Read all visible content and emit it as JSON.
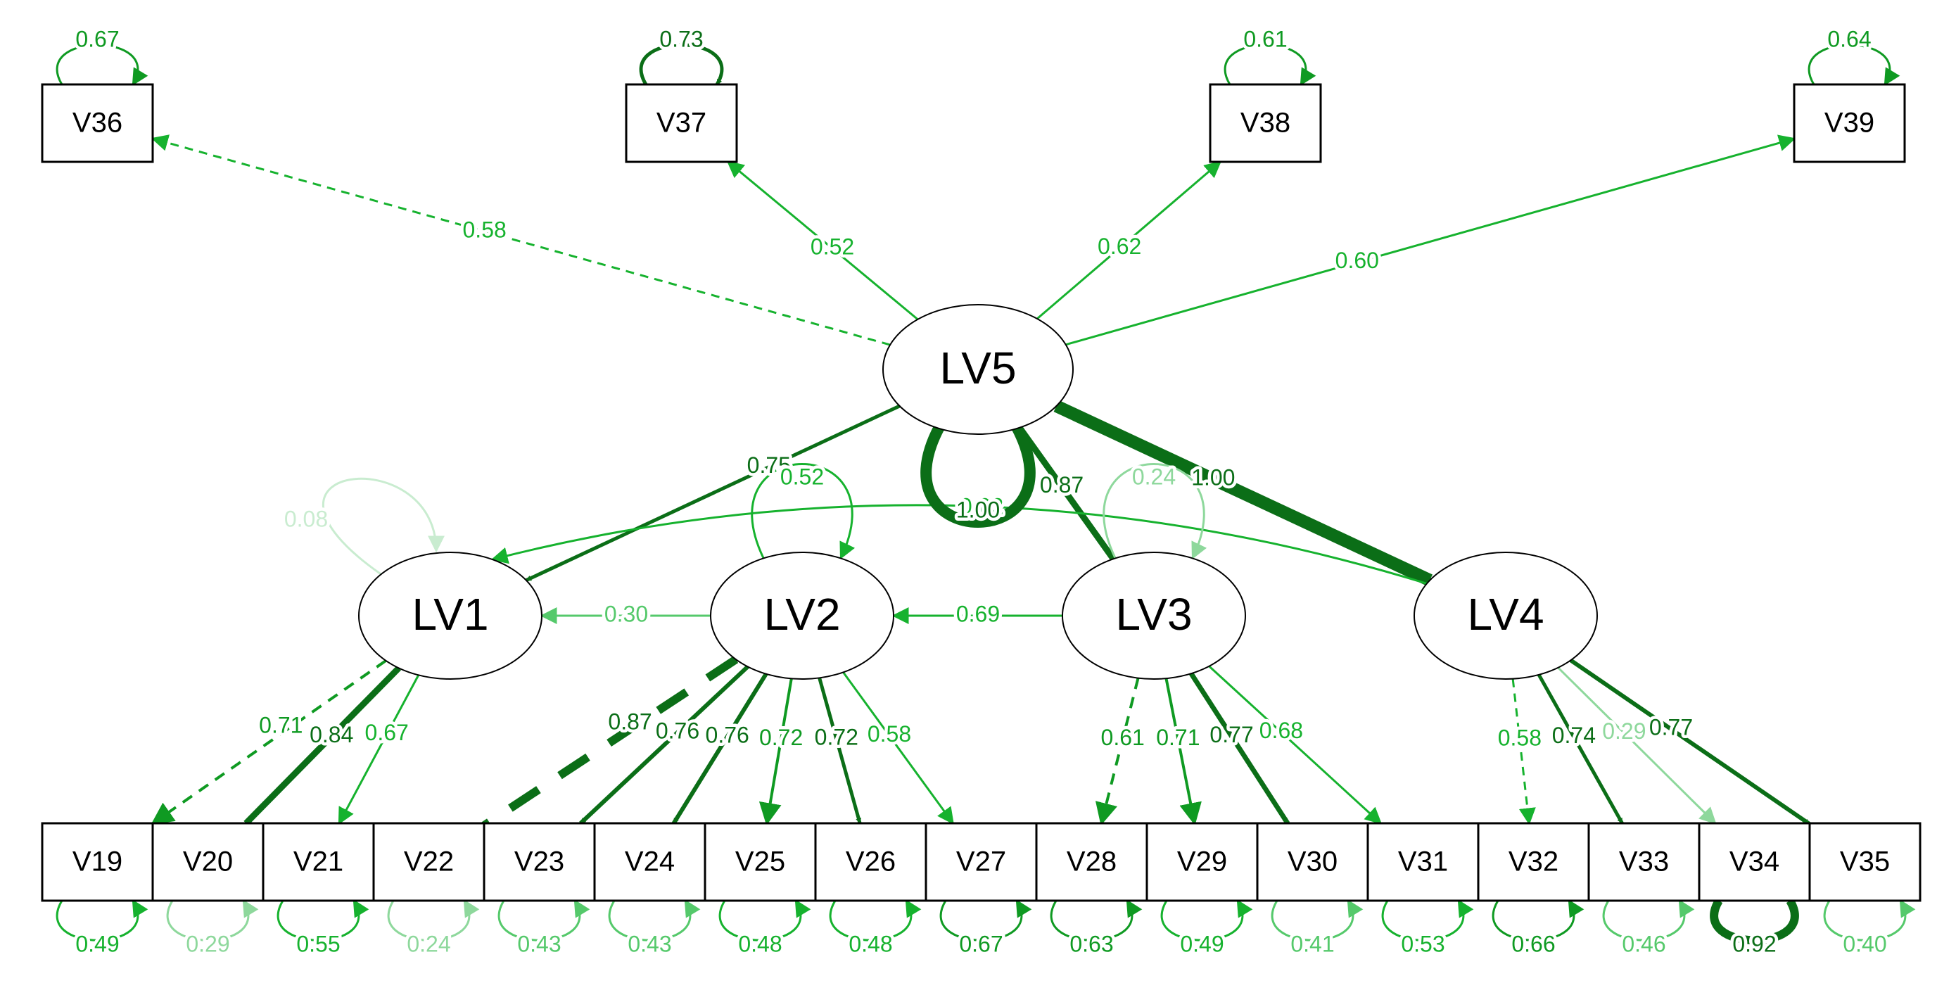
{
  "colors": {
    "dark": "#0b6e17",
    "mid": "#0f9a22",
    "bright": "#16b22e",
    "light": "#55c96b",
    "pale": "#8ed89c",
    "faint": "#c9ecd0"
  },
  "latents": [
    {
      "id": "LV1",
      "label": "LV1"
    },
    {
      "id": "LV2",
      "label": "LV2"
    },
    {
      "id": "LV3",
      "label": "LV3"
    },
    {
      "id": "LV4",
      "label": "LV4"
    },
    {
      "id": "LV5",
      "label": "LV5"
    }
  ],
  "observed": [
    {
      "id": "V19",
      "label": "V19",
      "residual": "0.49",
      "tone": "bright"
    },
    {
      "id": "V20",
      "label": "V20",
      "residual": "0.29",
      "tone": "pale"
    },
    {
      "id": "V21",
      "label": "V21",
      "residual": "0.55",
      "tone": "bright"
    },
    {
      "id": "V22",
      "label": "V22",
      "residual": "0.24",
      "tone": "pale"
    },
    {
      "id": "V23",
      "label": "V23",
      "residual": "0.43",
      "tone": "light"
    },
    {
      "id": "V24",
      "label": "V24",
      "residual": "0.43",
      "tone": "light"
    },
    {
      "id": "V25",
      "label": "V25",
      "residual": "0.48",
      "tone": "bright"
    },
    {
      "id": "V26",
      "label": "V26",
      "residual": "0.48",
      "tone": "bright"
    },
    {
      "id": "V27",
      "label": "V27",
      "residual": "0.67",
      "tone": "mid"
    },
    {
      "id": "V28",
      "label": "V28",
      "residual": "0.63",
      "tone": "mid"
    },
    {
      "id": "V29",
      "label": "V29",
      "residual": "0.49",
      "tone": "bright"
    },
    {
      "id": "V30",
      "label": "V30",
      "residual": "0.41",
      "tone": "light"
    },
    {
      "id": "V31",
      "label": "V31",
      "residual": "0.53",
      "tone": "bright"
    },
    {
      "id": "V32",
      "label": "V32",
      "residual": "0.66",
      "tone": "mid"
    },
    {
      "id": "V33",
      "label": "V33",
      "residual": "0.46",
      "tone": "light"
    },
    {
      "id": "V34",
      "label": "V34",
      "residual": "0.92",
      "tone": "dark"
    },
    {
      "id": "V35",
      "label": "V35",
      "residual": "0.40",
      "tone": "light"
    },
    {
      "id": "V36",
      "label": "V36",
      "residual": "0.67",
      "tone": "mid"
    },
    {
      "id": "V37",
      "label": "V37",
      "residual": "0.73",
      "tone": "dark"
    },
    {
      "id": "V38",
      "label": "V38",
      "residual": "0.61",
      "tone": "mid"
    },
    {
      "id": "V39",
      "label": "V39",
      "residual": "0.64",
      "tone": "mid"
    }
  ],
  "latent_variances": [
    {
      "latent": "LV1",
      "value": "0.08",
      "tone": "faint"
    },
    {
      "latent": "LV2",
      "value": "0.52",
      "tone": "bright"
    },
    {
      "latent": "LV3",
      "value": "0.24",
      "tone": "pale"
    },
    {
      "latent": "LV5",
      "value": "1.00",
      "tone": "dark"
    }
  ],
  "paths": [
    {
      "from": "LV5",
      "to": "V36",
      "value": "0.58",
      "style": "dashed",
      "tone": "bright"
    },
    {
      "from": "LV5",
      "to": "V37",
      "value": "0.52",
      "style": "solid",
      "tone": "bright"
    },
    {
      "from": "LV5",
      "to": "V38",
      "value": "0.62",
      "style": "solid",
      "tone": "bright"
    },
    {
      "from": "LV5",
      "to": "V39",
      "value": "0.60",
      "style": "solid",
      "tone": "bright"
    },
    {
      "from": "LV5",
      "to": "LV1",
      "value": "0.75",
      "style": "solid",
      "tone": "dark"
    },
    {
      "from": "LV5",
      "to": "LV3",
      "value": "0.87",
      "style": "solid",
      "tone": "dark"
    },
    {
      "from": "LV5",
      "to": "LV4",
      "value": "1.00",
      "style": "solid",
      "tone": "dark"
    },
    {
      "from": "LV2",
      "to": "LV1",
      "value": "0.30",
      "style": "solid",
      "tone": "light"
    },
    {
      "from": "LV3",
      "to": "LV2",
      "value": "0.69",
      "style": "solid",
      "tone": "bright"
    },
    {
      "from": "LV1",
      "to": "V19",
      "value": "0.71",
      "style": "dashed",
      "tone": "mid"
    },
    {
      "from": "LV1",
      "to": "V20",
      "value": "0.84",
      "style": "solid",
      "tone": "dark"
    },
    {
      "from": "LV1",
      "to": "V21",
      "value": "0.67",
      "style": "solid",
      "tone": "bright"
    },
    {
      "from": "LV2",
      "to": "V22",
      "value": "0.87",
      "style": "dashed",
      "tone": "dark"
    },
    {
      "from": "LV2",
      "to": "V23",
      "value": "0.76",
      "style": "solid",
      "tone": "dark"
    },
    {
      "from": "LV2",
      "to": "V24",
      "value": "0.76",
      "style": "solid",
      "tone": "dark"
    },
    {
      "from": "LV2",
      "to": "V25",
      "value": "0.72",
      "style": "solid",
      "tone": "mid"
    },
    {
      "from": "LV2",
      "to": "V26",
      "value": "0.72",
      "style": "solid",
      "tone": "dark"
    },
    {
      "from": "LV2",
      "to": "V27",
      "value": "0.58",
      "style": "solid",
      "tone": "bright"
    },
    {
      "from": "LV3",
      "to": "V28",
      "value": "0.61",
      "style": "dashed",
      "tone": "mid"
    },
    {
      "from": "LV3",
      "to": "V29",
      "value": "0.71",
      "style": "solid",
      "tone": "mid"
    },
    {
      "from": "LV3",
      "to": "V30",
      "value": "0.77",
      "style": "solid",
      "tone": "dark"
    },
    {
      "from": "LV3",
      "to": "V31",
      "value": "0.68",
      "style": "solid",
      "tone": "bright"
    },
    {
      "from": "LV4",
      "to": "V32",
      "value": "0.58",
      "style": "dashed",
      "tone": "bright"
    },
    {
      "from": "LV4",
      "to": "V33",
      "value": "0.74",
      "style": "solid",
      "tone": "dark"
    },
    {
      "from": "LV4",
      "to": "V34",
      "value": "0.29",
      "style": "solid",
      "tone": "pale"
    },
    {
      "from": "LV4",
      "to": "V35",
      "value": "0.77",
      "style": "solid",
      "tone": "dark"
    }
  ],
  "covariances": [
    {
      "between": [
        "LV1",
        "LV4"
      ],
      "value": "0.02",
      "tone": "bright"
    }
  ]
}
